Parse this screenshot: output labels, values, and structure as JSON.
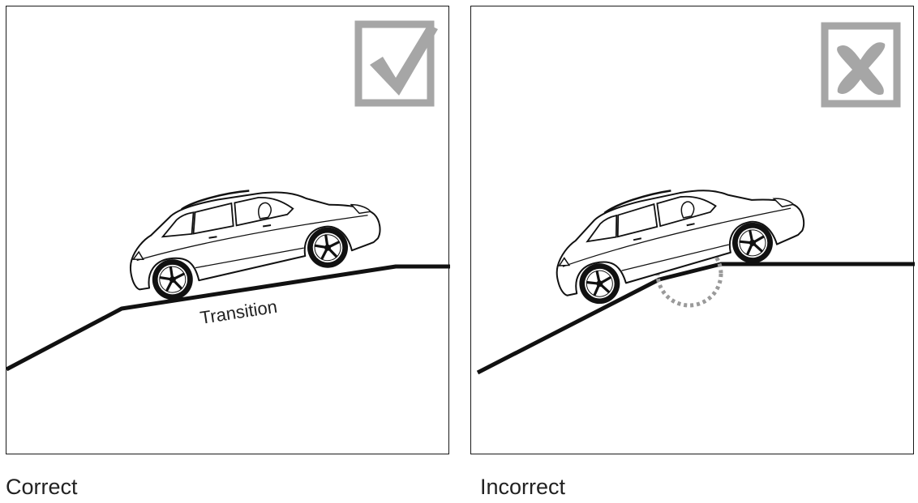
{
  "panels": [
    {
      "caption": "Correct",
      "badge_icon": "checkmark-icon",
      "annotation": "Transition"
    },
    {
      "caption": "Incorrect",
      "badge_icon": "x-mark-icon"
    }
  ],
  "colors": {
    "badge_gray": "#a6a6a6",
    "line_dark": "#111111",
    "dotted_circle": "#9a9a9a"
  }
}
